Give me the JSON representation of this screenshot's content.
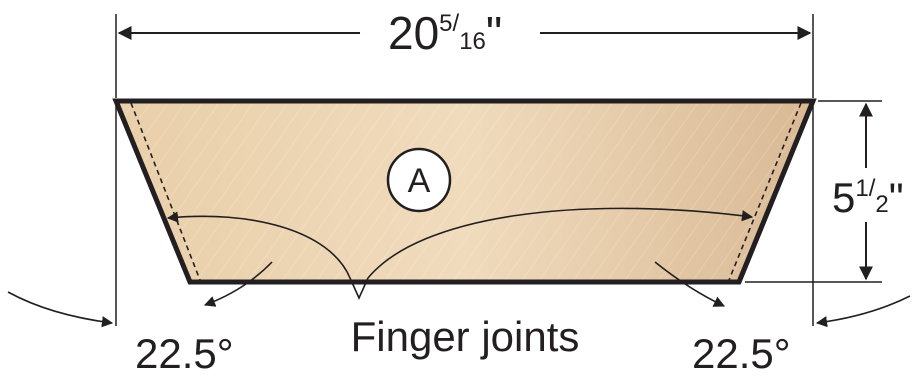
{
  "colors": {
    "board_fill": "#e6c9a5",
    "board_fill_light": "#f1dcc0",
    "outline": "#231f20",
    "background": "#ffffff"
  },
  "part": {
    "label": "A"
  },
  "dimensions": {
    "width": {
      "whole": "20",
      "numerator": "5",
      "denominator": "16",
      "unit": "\""
    },
    "height": {
      "whole": "5",
      "numerator": "1",
      "denominator": "2",
      "unit": "\""
    }
  },
  "angles": {
    "left": "22.5°",
    "right": "22.5°"
  },
  "callout": {
    "text": "Finger joints"
  }
}
